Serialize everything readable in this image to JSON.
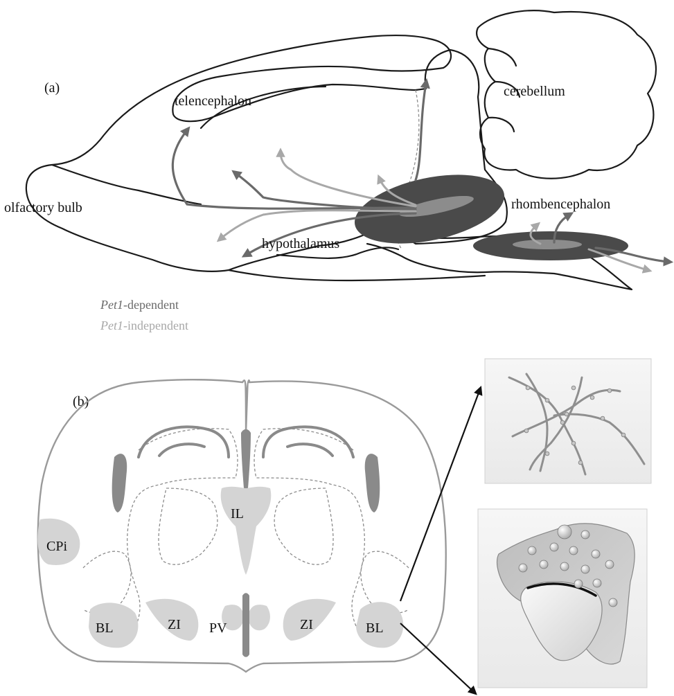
{
  "panel_a": {
    "label": "(a)",
    "regions": {
      "telencephalon": "telencephalon",
      "cerebellum": "cerebellum",
      "olfactory_bulb": "olfactory bulb",
      "rhombencephalon": "rhombencephalon",
      "hypothalamus": "hypothalamus"
    },
    "legend": {
      "dependent_gene": "Pet1",
      "dependent_suffix": "-dependent",
      "independent_gene": "Pet1",
      "independent_suffix": "-independent",
      "dependent_color": "#6a6a6a",
      "independent_color": "#a8a8a8"
    }
  },
  "panel_b": {
    "label": "(b)",
    "regions": {
      "cpi": "CPi",
      "il": "IL",
      "bl_left": "BL",
      "zi_left": "ZI",
      "pv": "PV",
      "zi_right": "ZI",
      "bl_right": "BL"
    }
  },
  "colors": {
    "nucleus_dark": "#4a4a4a",
    "nucleus_core": "#8c8c8c",
    "region_fill": "#d4d4d4"
  }
}
